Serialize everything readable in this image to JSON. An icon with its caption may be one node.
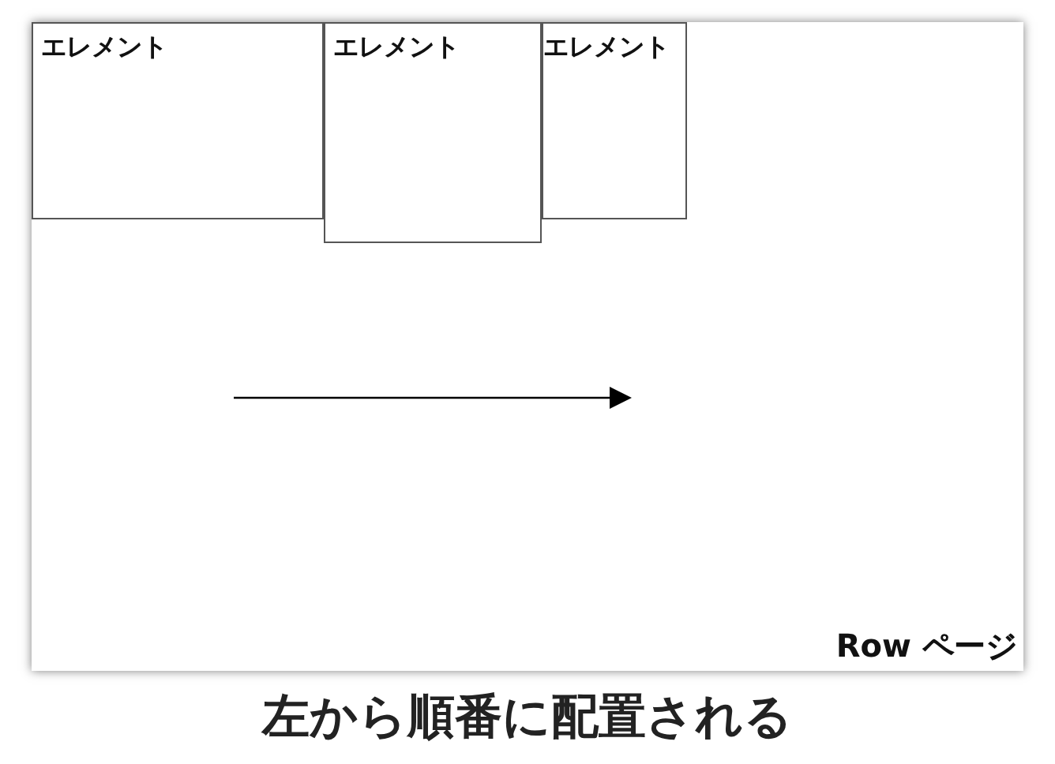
{
  "diagram": {
    "caption": "左から順番に配置される",
    "nodes": [
      {
        "text": [
          "Row ページ"
        ]
      },
      {
        "text": [
          "エレメント"
        ],
        "in": 0
      },
      {
        "text": [
          "エレメント"
        ],
        "in": 0
      },
      {
        "text": [
          "エレメント"
        ],
        "in": 0
      }
    ]
  }
}
